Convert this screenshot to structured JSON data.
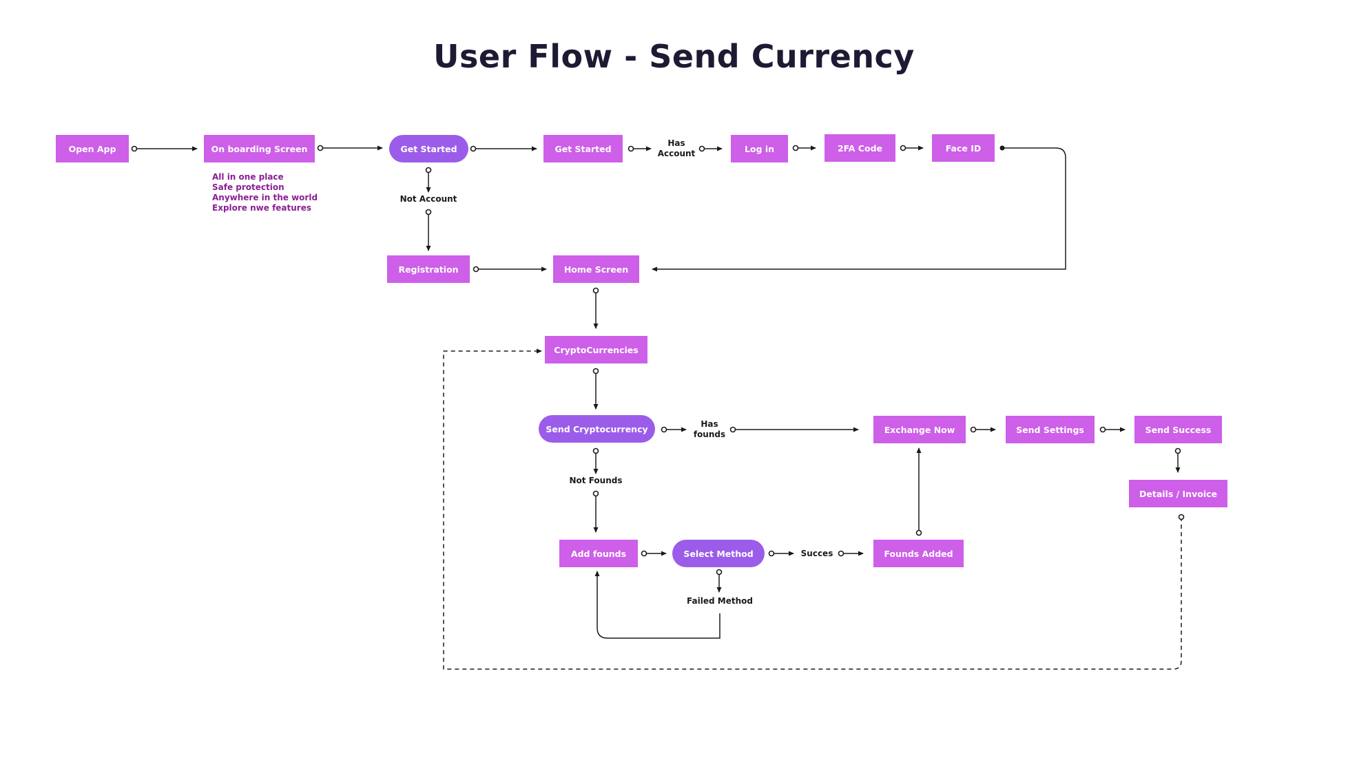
{
  "title": "User Flow - Send Currency",
  "colors": {
    "box": "#cd5fe8",
    "pill": "#9b5de9",
    "box_text": "#ffffff",
    "note_text": "#8a1f94",
    "line": "#1a1a1a",
    "title": "#1e1a33"
  },
  "nodes": {
    "open_app": "Open App",
    "onboarding": "On boarding Screen",
    "get_started_pill": "Get Started",
    "get_started_box": "Get Started",
    "log_in": "Log in",
    "twofa": "2FA Code",
    "face_id": "Face ID",
    "registration": "Registration",
    "home_screen": "Home Screen",
    "cryptocurrencies": "CryptoCurrencies",
    "send_crypto": "Send Cryptocurrency",
    "exchange_now": "Exchange Now",
    "send_settings": "Send Settings",
    "send_success": "Send Success",
    "details_invoice": "Details / Invoice",
    "add_founds": "Add founds",
    "select_method": "Select Method",
    "founds_added": "Founds Added"
  },
  "labels": {
    "has_account_1": "Has",
    "has_account_2": "Account",
    "not_account": "Not Account",
    "has_founds_1": "Has",
    "has_founds_2": "founds",
    "not_founds": "Not Founds",
    "succes": "Succes",
    "failed_method": "Failed Method"
  },
  "onboarding_notes": [
    "All in one place",
    "Safe protection",
    "Anywhere in the world",
    "Explore nwe features"
  ]
}
